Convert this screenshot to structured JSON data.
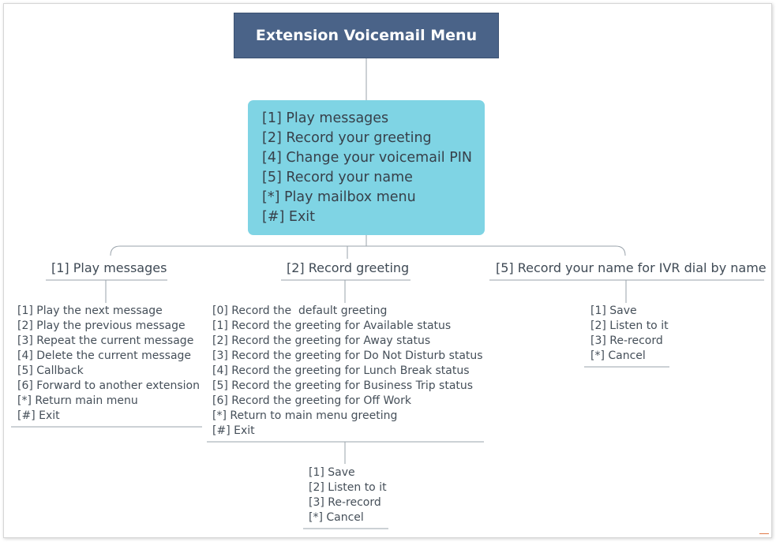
{
  "title": "Extension Voicemail Menu",
  "main_menu": [
    "[1] Play messages",
    "[2] Record your greeting",
    "[4] Change your voicemail PIN",
    "[5] Record your name",
    "[*] Play mailbox menu",
    "[#] Exit"
  ],
  "branches": {
    "play": {
      "title": "[1] Play messages",
      "items": [
        "[1] Play the next message",
        "[2] Play the previous message",
        "[3] Repeat the current message",
        "[4] Delete the current message",
        "[5] Callback",
        "[6] Forward to another extension",
        "[*] Return main menu",
        "[#] Exit"
      ]
    },
    "record_greeting": {
      "title": "[2] Record greeting",
      "items": [
        "[0] Record the  default greeting",
        "[1] Record the greeting for Available status",
        "[2] Record the greeting for Away status",
        "[3] Record the greeting for Do Not Disturb status",
        "[4] Record the greeting for Lunch Break status",
        "[5] Record the greeting for Business Trip status",
        "[6] Record the greeting for Off Work",
        "[*] Return to main menu greeting",
        "[#] Exit"
      ],
      "sub_items": [
        "[1] Save",
        "[2] Listen to it",
        "[3] Re-record",
        "[*] Cancel"
      ]
    },
    "record_name": {
      "title": "[5] Record your name for IVR dial by name",
      "items": [
        "[1] Save",
        "[2] Listen to it",
        "[3] Re-record",
        "[*] Cancel"
      ]
    }
  },
  "colors": {
    "title_bg": "#4a6388",
    "main_bg": "#7fd4e4",
    "line": "#9aa3ab"
  }
}
